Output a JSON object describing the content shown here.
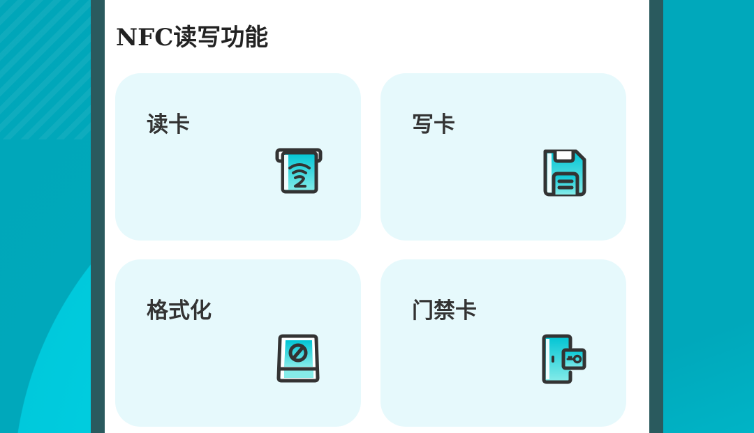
{
  "page": {
    "title": "NFC读写功能"
  },
  "cards": [
    {
      "label": "读卡",
      "icon": "card-reader-icon"
    },
    {
      "label": "写卡",
      "icon": "floppy-save-icon"
    },
    {
      "label": "格式化",
      "icon": "format-drive-icon"
    },
    {
      "label": "门禁卡",
      "icon": "door-key-card-icon"
    }
  ],
  "colors": {
    "background_teal": "#00a8bb",
    "frame": "#2a5a5e",
    "card_bg": "#e6f9fc",
    "icon_fill_top": "#00c4d4",
    "icon_fill_bottom": "#7eeae8",
    "icon_stroke": "#333333",
    "text": "#222222"
  }
}
